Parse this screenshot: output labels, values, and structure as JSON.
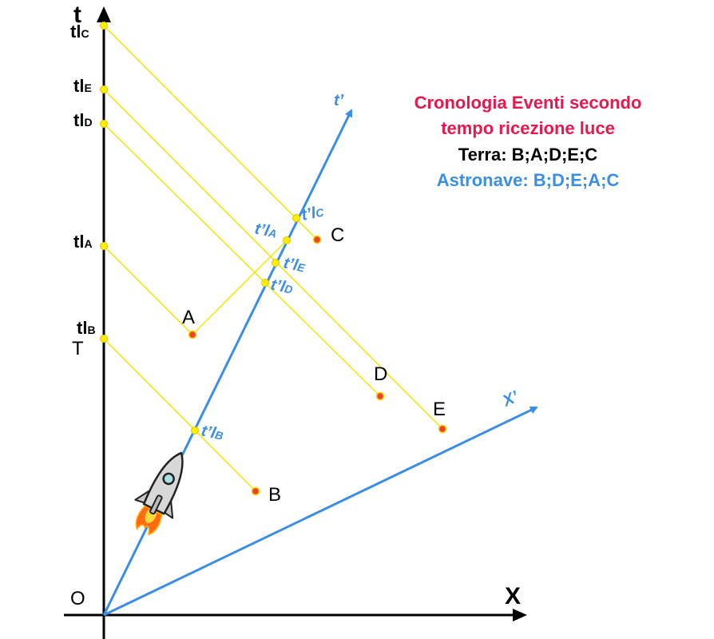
{
  "axes": {
    "t_label": "t",
    "x_label": "X",
    "tprime_label": "t’",
    "xprime_label": "X’",
    "origin_label": "O",
    "t_marker": "T"
  },
  "ticks": [
    {
      "id": "C",
      "main": "tl",
      "sub": "C"
    },
    {
      "id": "E",
      "main": "tl",
      "sub": "E"
    },
    {
      "id": "D",
      "main": "tl",
      "sub": "D"
    },
    {
      "id": "A",
      "main": "tl",
      "sub": "A"
    },
    {
      "id": "B",
      "main": "tl",
      "sub": "B"
    }
  ],
  "prime_ticks": [
    {
      "id": "C",
      "main": "t’l",
      "sub": "C"
    },
    {
      "id": "A",
      "main": "t’l",
      "sub": "A"
    },
    {
      "id": "E",
      "main": "t’l",
      "sub": "E"
    },
    {
      "id": "D",
      "main": "t’l",
      "sub": "D"
    },
    {
      "id": "B",
      "main": "t’l",
      "sub": "B"
    }
  ],
  "events": [
    {
      "id": "A",
      "label": "A"
    },
    {
      "id": "B",
      "label": "B"
    },
    {
      "id": "C",
      "label": "C"
    },
    {
      "id": "D",
      "label": "D"
    },
    {
      "id": "E",
      "label": "E"
    }
  ],
  "legend": {
    "line1": "Cronologia Eventi secondo",
    "line2": "tempo ricezione luce",
    "earth": "Terra: B;A;D;E;C",
    "ship": "Astronave: B;D;E;A;C"
  },
  "colors": {
    "axis": "#000000",
    "moving_axis": "#3a8ee6",
    "light": "#f2e600",
    "point": "#ffee00",
    "event": "#e8442a",
    "title": "#e8184c",
    "ship_text": "#3a8ee6"
  }
}
